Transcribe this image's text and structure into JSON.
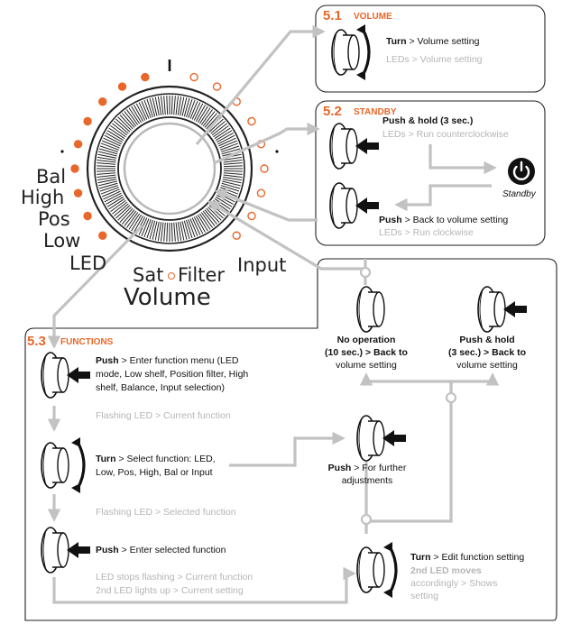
{
  "knob": {
    "labels_left": [
      "Bal",
      "High",
      "Pos",
      "Low",
      "LED"
    ],
    "label_sat": "Sat",
    "label_filter": "Filter",
    "label_input": "Input",
    "label_volume": "Volume",
    "accent": "#e8672a"
  },
  "sec51": {
    "num": "5.1",
    "title": "VOLUME",
    "turn_bold": "Turn",
    "turn_rest": " > Volume setting",
    "leds_grey": "LEDs > Volume setting"
  },
  "sec52": {
    "num": "5.2",
    "title": "STANDBY",
    "push_hold": "Push & hold (3 sec.)",
    "leds_ccw": "LEDs > Run counterclockwise",
    "standby": "Standby",
    "push_bold": "Push",
    "push_rest": " > Back to volume setting",
    "leds_cw": "LEDs > Run clockwise"
  },
  "sec53": {
    "num": "5.3",
    "title": "FUNCTIONS",
    "step1_bold": "Push",
    "step1_rest1": " > Enter function menu (LED",
    "step1_rest2": "mode, Low shelf, Position filter, High",
    "step1_rest3": "shelf, Balance, Input selection)",
    "step1_grey": "Flashing LED > Current function",
    "step2_bold": "Turn",
    "step2_rest1": " > Select function: LED,",
    "step2_rest2": "Low, Pos, High, Bal or Input",
    "step2_grey": "Flashing LED > Selected function",
    "step3_bold": "Push",
    "step3_rest": " > Enter selected function",
    "step3_grey1": "LED stops flashing > Current function",
    "step3_grey2": "2nd LED lights up > Current setting",
    "noop_1": "No operation",
    "noop_2": "(10 sec.) > Back to",
    "noop_3": "volume setting",
    "pushhold_1": "Push & hold",
    "pushhold_2": "(3 sec.) > Back to",
    "pushhold_3": "volume setting",
    "further_bold": "Push",
    "further_rest": " > For further",
    "further_2": "adjustments",
    "edit_bold": "Turn",
    "edit_rest": " > Edit function setting",
    "edit_grey1": "2nd LED moves",
    "edit_grey2": "accordingly > Shows",
    "edit_grey3": "setting"
  }
}
